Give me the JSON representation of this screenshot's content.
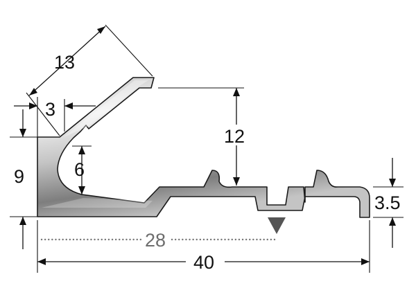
{
  "diagram": {
    "dimensions": {
      "lip_length": "13",
      "lip_offset": "3",
      "left_height": "9",
      "inner_height": "6",
      "rise": "12",
      "base_thickness": "3.5",
      "center_distance": "28",
      "total_width": "40"
    },
    "colors": {
      "metal_light": "#f2f2f2",
      "metal_mid": "#c4c4c4",
      "metal_dark": "#7e7e7e",
      "outline": "#1a1a1a",
      "marker": "#555555",
      "dotted": "#777777"
    }
  }
}
